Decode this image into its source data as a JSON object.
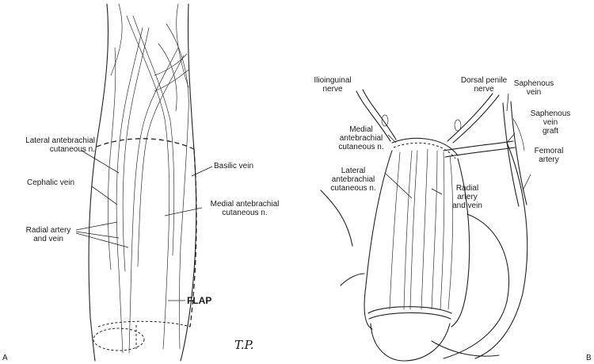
{
  "panel_a": {
    "letter": "A",
    "labels": {
      "lateral_antebrachial": "Lateral antebrachial\ncutaneous n.",
      "cephalic_vein": "Cephalic vein",
      "radial_artery_vein": "Radial artery\nand vein",
      "basilic_vein": "Basilic vein",
      "medial_antebrachial": "Medial antebrachial\ncutaneous n.",
      "flap": "FLAP"
    },
    "signature": "T.P."
  },
  "panel_b": {
    "letter": "B",
    "labels": {
      "ilioinguinal_nerve": "Ilioinguinal\nnerve",
      "dorsal_penile_nerve": "Dorsal penile\nnerve",
      "saphenous_vein": "Saphenous\nvein",
      "saphenous_vein_graft": "Saphenous\nvein\ngraft",
      "femoral_artery": "Femoral\nartery",
      "medial_antebrachial": "Medial\nantebrachial\ncutaneous n.",
      "lateral_antebrachial": "Lateral\nantebrachial\ncutaneous n.",
      "radial_artery_vein": "Radial\nartery\nand vein"
    }
  }
}
